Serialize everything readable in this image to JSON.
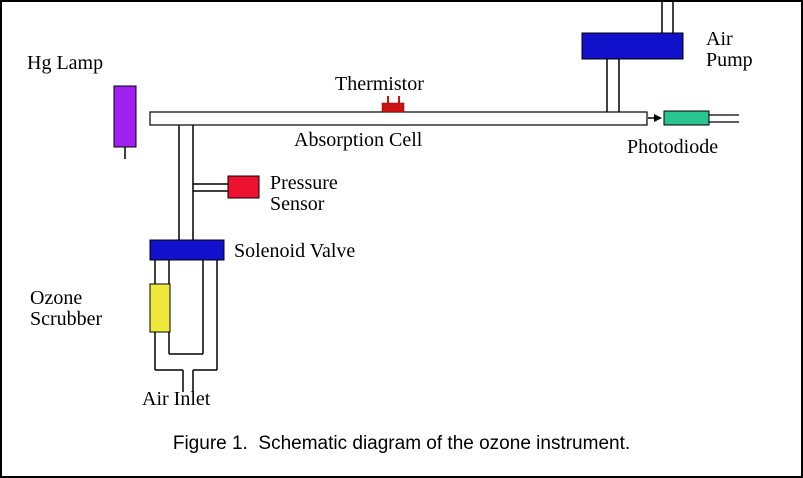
{
  "diagram": {
    "title_caption": "Figure 1.  Schematic diagram of the ozone instrument.",
    "labels": {
      "hg_lamp": "Hg Lamp",
      "thermistor": "Thermistor",
      "absorption_cell": "Absorption Cell",
      "air_pump_line1": "Air",
      "air_pump_line2": "Pump",
      "photodiode": "Photodiode",
      "pressure_sensor_line1": "Pressure",
      "pressure_sensor_line2": "Sensor",
      "solenoid_valve": "Solenoid Valve",
      "ozone_scrubber_line1": "Ozone",
      "ozone_scrubber_line2": "Scrubber",
      "air_inlet": "Air Inlet"
    },
    "colors": {
      "hg_lamp": "#A020F0",
      "thermistor": "#CC1111",
      "air_pump": "#1111CC",
      "photodiode": "#29C490",
      "pressure_sensor": "#EE1130",
      "solenoid_valve": "#1111CC",
      "ozone_scrubber": "#EFE93B",
      "tube_outline": "#000000",
      "cell_fill": "#FFFFFF"
    }
  }
}
